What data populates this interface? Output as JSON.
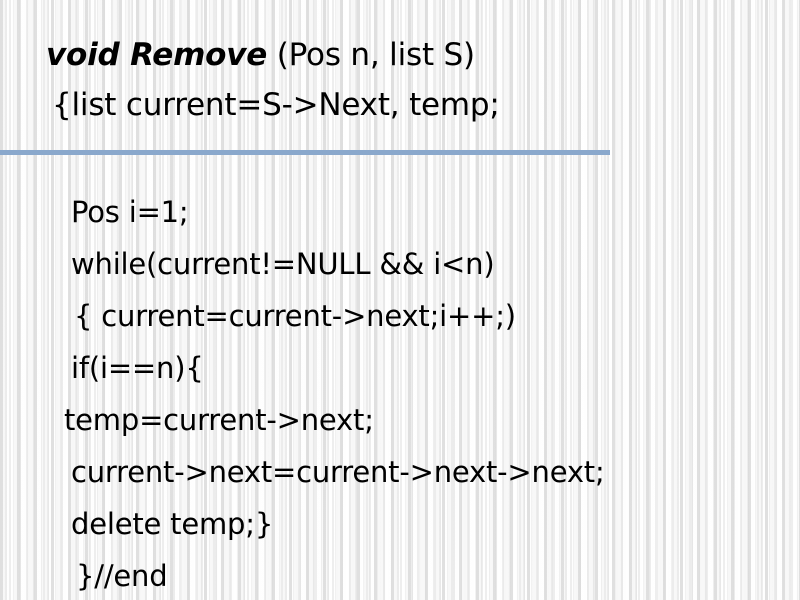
{
  "slide": {
    "background_color": "#f2f2f2",
    "divider_color": "#8aa8cc",
    "text_color": "#000000",
    "title": {
      "function_name": "void Remove",
      "function_args": " (Pos n, list S)",
      "line2": "{list current=S->Next, temp;"
    },
    "code": {
      "lines": [
        "Pos i=1;",
        "while(current!=NULL && i<n)",
        "{ current=current->next;i++;)",
        "if(i==n){",
        "temp=current->next;",
        "current->next=current->next->next;",
        "delete temp;}",
        "}//end"
      ]
    }
  }
}
